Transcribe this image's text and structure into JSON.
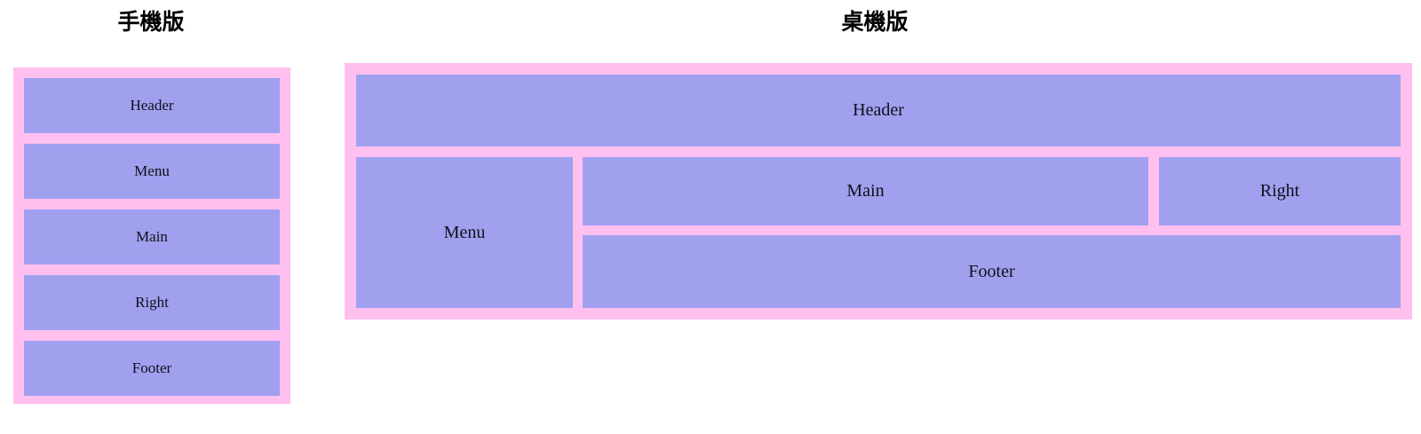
{
  "page": {
    "background_color": "#ffffff",
    "frame_color": "#ffc0f0",
    "cell_color": "#a0a0ef",
    "text_color": "#101018"
  },
  "mobile": {
    "title": "手機版",
    "regions": [
      {
        "label": "Header"
      },
      {
        "label": "Menu"
      },
      {
        "label": "Main"
      },
      {
        "label": "Right"
      },
      {
        "label": "Footer"
      }
    ]
  },
  "desktop": {
    "title": "桌機版",
    "regions": [
      {
        "label": "Header"
      },
      {
        "label": "Menu"
      },
      {
        "label": "Main"
      },
      {
        "label": "Right"
      },
      {
        "label": "Footer"
      }
    ]
  }
}
